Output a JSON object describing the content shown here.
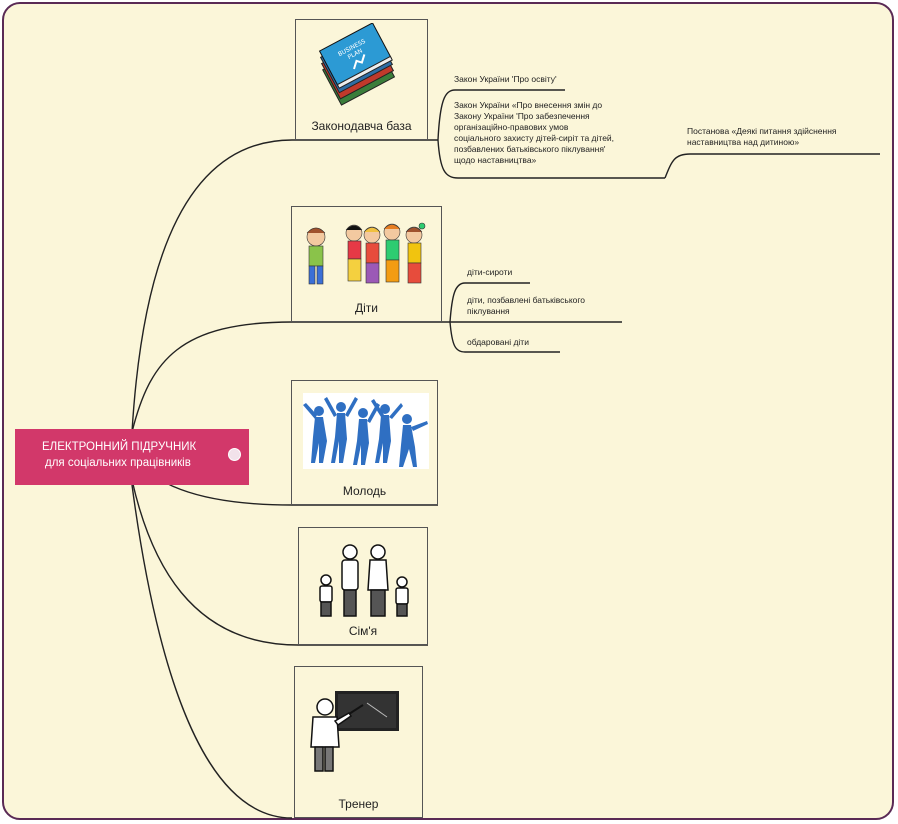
{
  "central": {
    "line1": "ЕЛЕКТРОННИЙ ПІДРУЧНИК",
    "line2": "для соціальних працівників"
  },
  "branches": [
    {
      "label": "Законодавча база",
      "icon": "books-icon"
    },
    {
      "label": "Діти",
      "icon": "children-icon"
    },
    {
      "label": "Молодь",
      "icon": "youth-icon"
    },
    {
      "label": "Сім'я",
      "icon": "family-icon"
    },
    {
      "label": "Тренер",
      "icon": "trainer-icon"
    }
  ],
  "law": {
    "item1": "Закон України 'Про освіту'",
    "item2_lines": [
      "Закон України «Про внесення змін до",
      "Закону України 'Про забезпечення",
      "організаційно-правових умов",
      "соціального захисту дітей-сиріт та дітей,",
      "позбавлених батьківського піклування'",
      "щодо наставництва»"
    ],
    "sub_lines": [
      "Постанова «Деякі питання здійснення",
      "наставництва над дитиною»"
    ]
  },
  "children": {
    "item1": "діти-сироти",
    "item2_lines": [
      "діти, позбавлені батьківського",
      "піклування"
    ],
    "item3": "обдаровані діти"
  },
  "colors": {
    "background": "#fbf6d9",
    "central": "#d2386a",
    "frame": "#5a2a55",
    "youth": "#2f6fc2"
  }
}
